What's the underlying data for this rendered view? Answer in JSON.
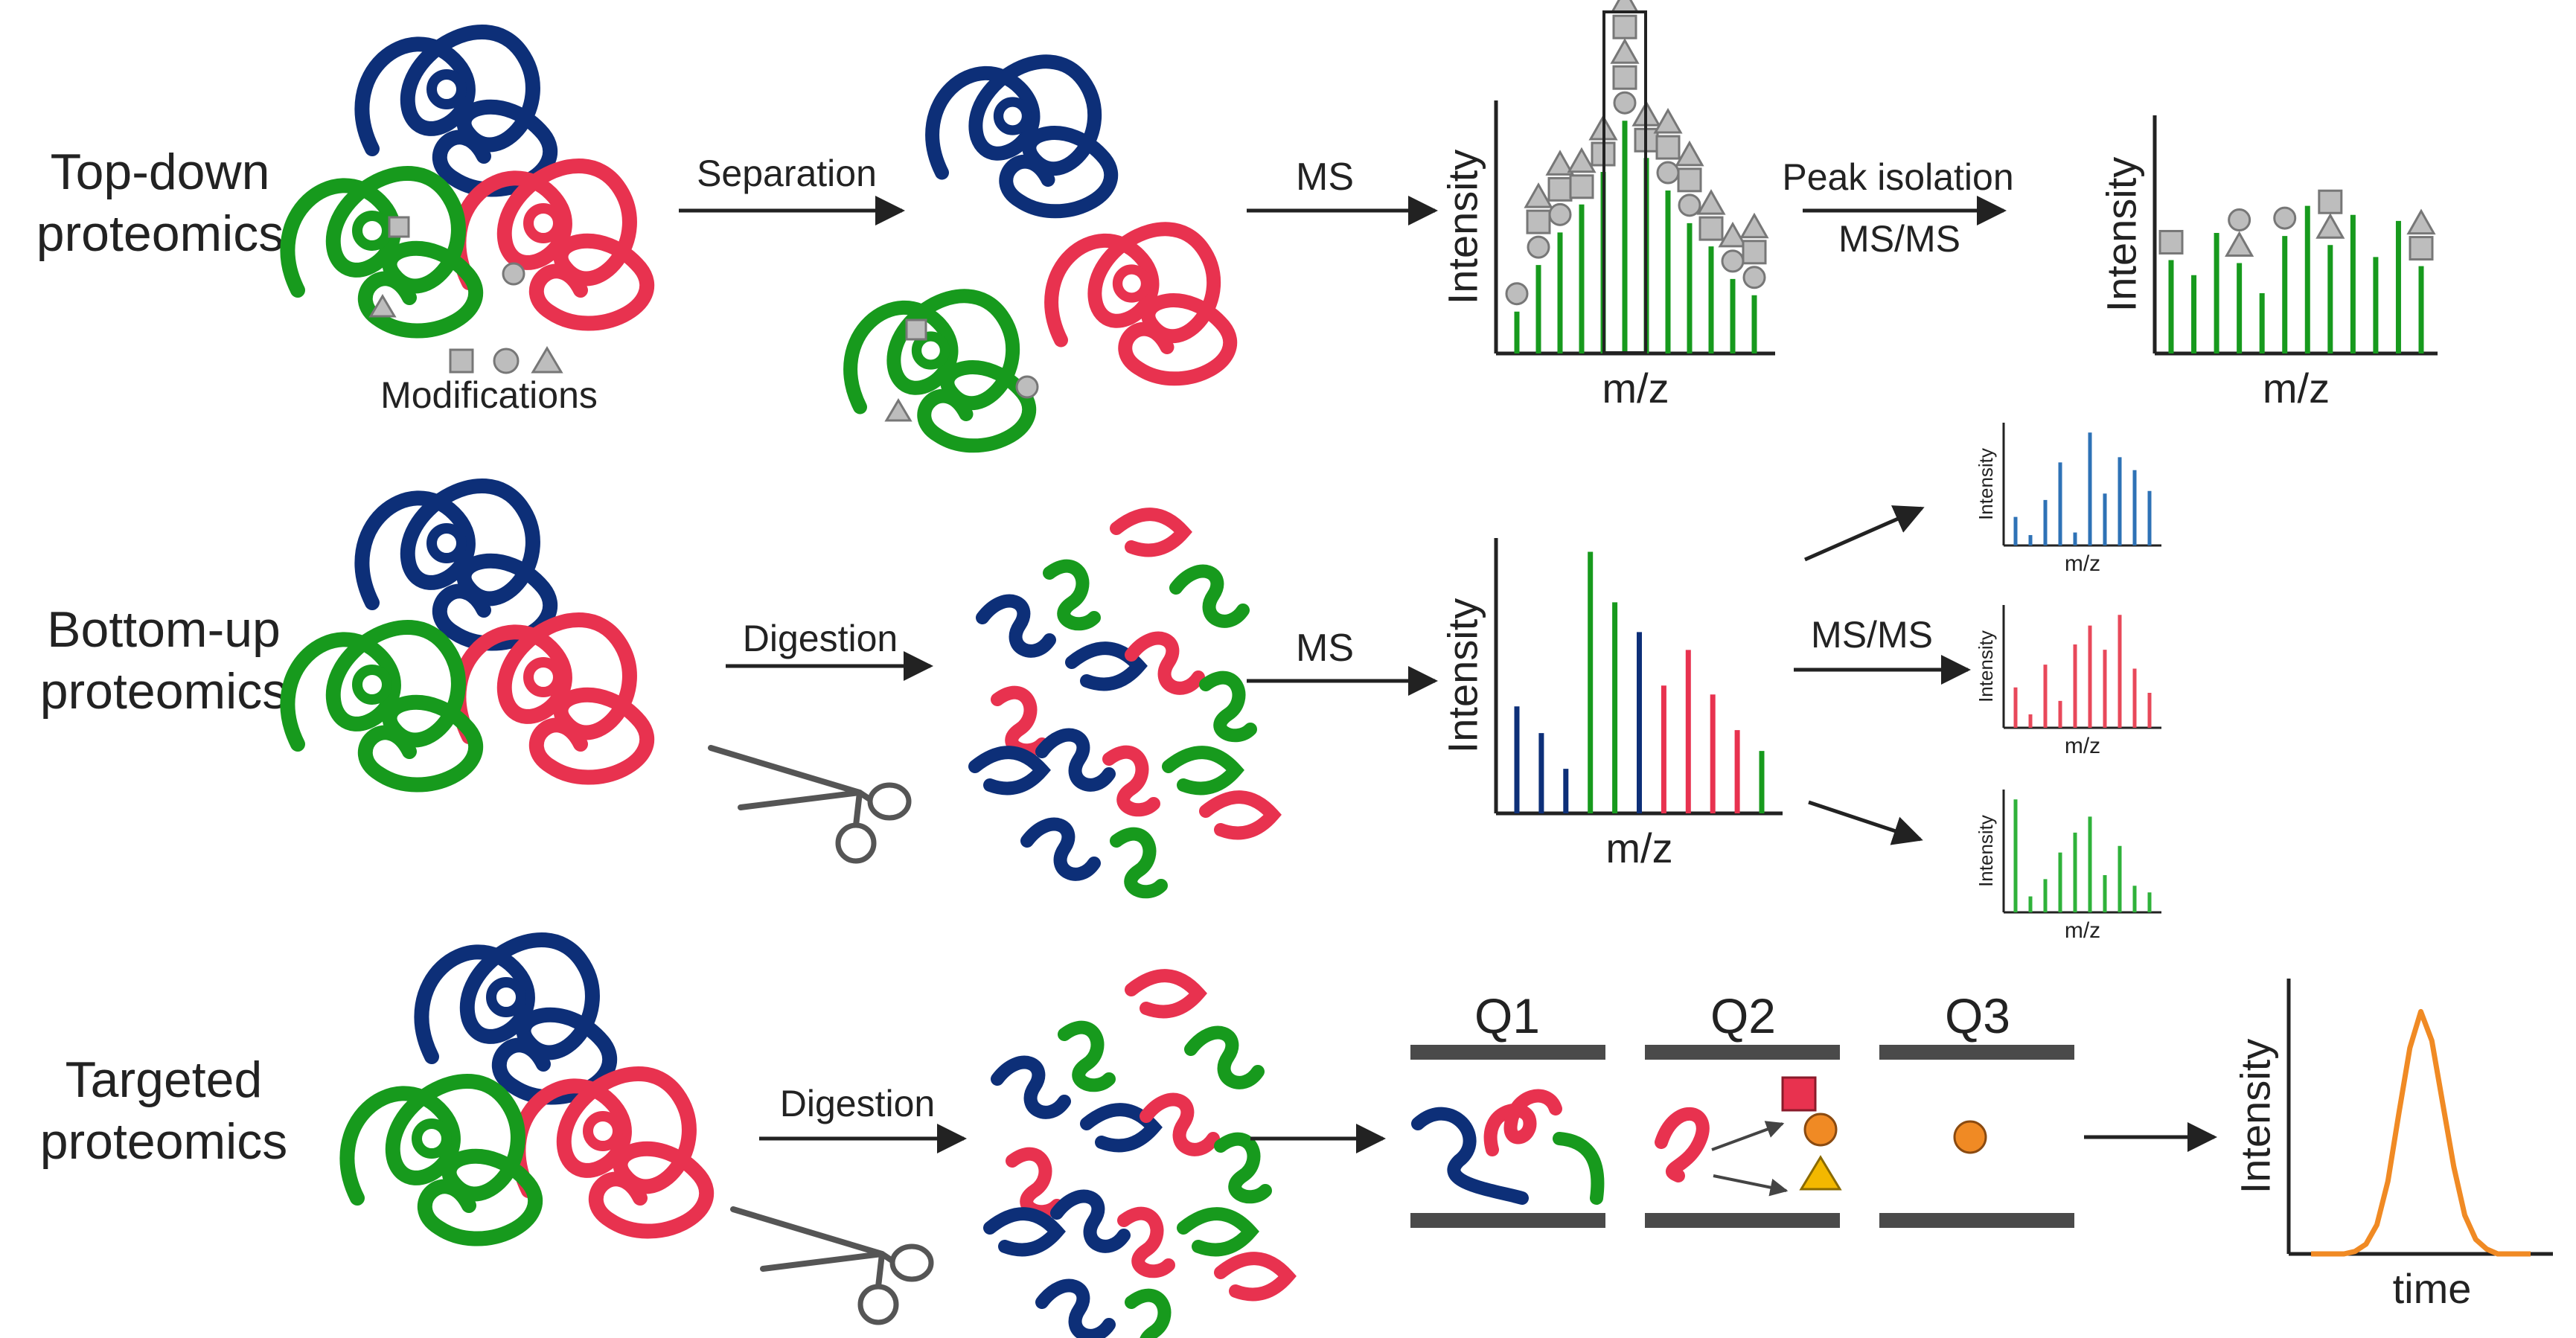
{
  "colors": {
    "blue": "#0d2f78",
    "green": "#179a1d",
    "red": "#e8324f",
    "marker": "#bdbdbd",
    "orange": "#f08a24",
    "yellow": "#f3b800",
    "bar_blue": "#2e72b6",
    "bar_red": "#e8485a",
    "bar_green": "#2fb23a",
    "plate": "#4a4a4a",
    "text": "#222222"
  },
  "rows": {
    "top_down": {
      "label": "Top-down\nproteomics",
      "modifications_label": "Modifications",
      "separation_label": "Separation",
      "ms_label": "MS",
      "peak_isolation_label": "Peak isolation",
      "msms_label": "MS/MS"
    },
    "bottom_up": {
      "label": "Bottom-up\nproteomics",
      "digestion_label": "Digestion",
      "ms_label": "MS",
      "msms_label": "MS/MS"
    },
    "targeted": {
      "label": "Targeted\nproteomics",
      "digestion_label": "Digestion",
      "quad_labels": [
        "Q1",
        "Q2",
        "Q3"
      ]
    }
  },
  "axis": {
    "intensity": "Intensity",
    "mz": "m/z",
    "time": "time"
  },
  "icons": [
    "scissors-icon",
    "square-marker-icon",
    "circle-marker-icon",
    "triangle-marker-icon"
  ],
  "chart_data": [
    {
      "type": "bar",
      "id": "top-down-ms",
      "xlabel": "m/z",
      "ylabel": "Intensity",
      "values": [
        18,
        38,
        52,
        64,
        78,
        100,
        84,
        70,
        56,
        46,
        32,
        25
      ],
      "series_colors": [
        "green"
      ]
    },
    {
      "type": "bar",
      "id": "top-down-msms",
      "xlabel": "m/z",
      "ylabel": "Intensity",
      "values": [
        62,
        52,
        80,
        60,
        40,
        78,
        98,
        72,
        92,
        64,
        88,
        58
      ],
      "series_colors": [
        "green"
      ]
    },
    {
      "type": "bar",
      "id": "bottom-up-ms",
      "xlabel": "m/z",
      "ylabel": "Intensity",
      "values": [
        36,
        27,
        15,
        88,
        71,
        61,
        43,
        55,
        40,
        28,
        21
      ],
      "series_colors": [
        "blue",
        "blue",
        "blue",
        "green",
        "green",
        "blue",
        "red",
        "red",
        "red",
        "red",
        "green"
      ]
    },
    {
      "type": "bar",
      "id": "bottom-up-msms-blue",
      "xlabel": "m/z",
      "ylabel": "Intensity",
      "values": [
        22,
        8,
        35,
        64,
        10,
        87,
        40,
        68,
        58,
        42
      ],
      "series_colors": [
        "bar_blue"
      ]
    },
    {
      "type": "bar",
      "id": "bottom-up-msms-red",
      "xlabel": "m/z",
      "ylabel": "Intensity",
      "values": [
        30,
        10,
        47,
        20,
        62,
        76,
        58,
        84,
        44,
        26
      ],
      "series_colors": [
        "bar_red"
      ]
    },
    {
      "type": "bar",
      "id": "bottom-up-msms-green",
      "xlabel": "m/z",
      "ylabel": "Intensity",
      "values": [
        85,
        12,
        25,
        45,
        60,
        72,
        28,
        50,
        20,
        15
      ],
      "series_colors": [
        "bar_green"
      ]
    },
    {
      "type": "line",
      "id": "targeted-chromatogram",
      "xlabel": "time",
      "ylabel": "Intensity",
      "x": [
        0,
        5,
        10,
        15,
        20,
        25,
        30,
        35,
        40,
        45,
        50,
        55,
        60,
        65,
        70,
        75,
        80,
        85,
        90,
        95,
        100
      ],
      "values": [
        0,
        0,
        0,
        0,
        1,
        4,
        12,
        30,
        58,
        85,
        100,
        88,
        62,
        36,
        16,
        6,
        2,
        0,
        0,
        0,
        0
      ],
      "series_colors": [
        "orange"
      ]
    }
  ]
}
